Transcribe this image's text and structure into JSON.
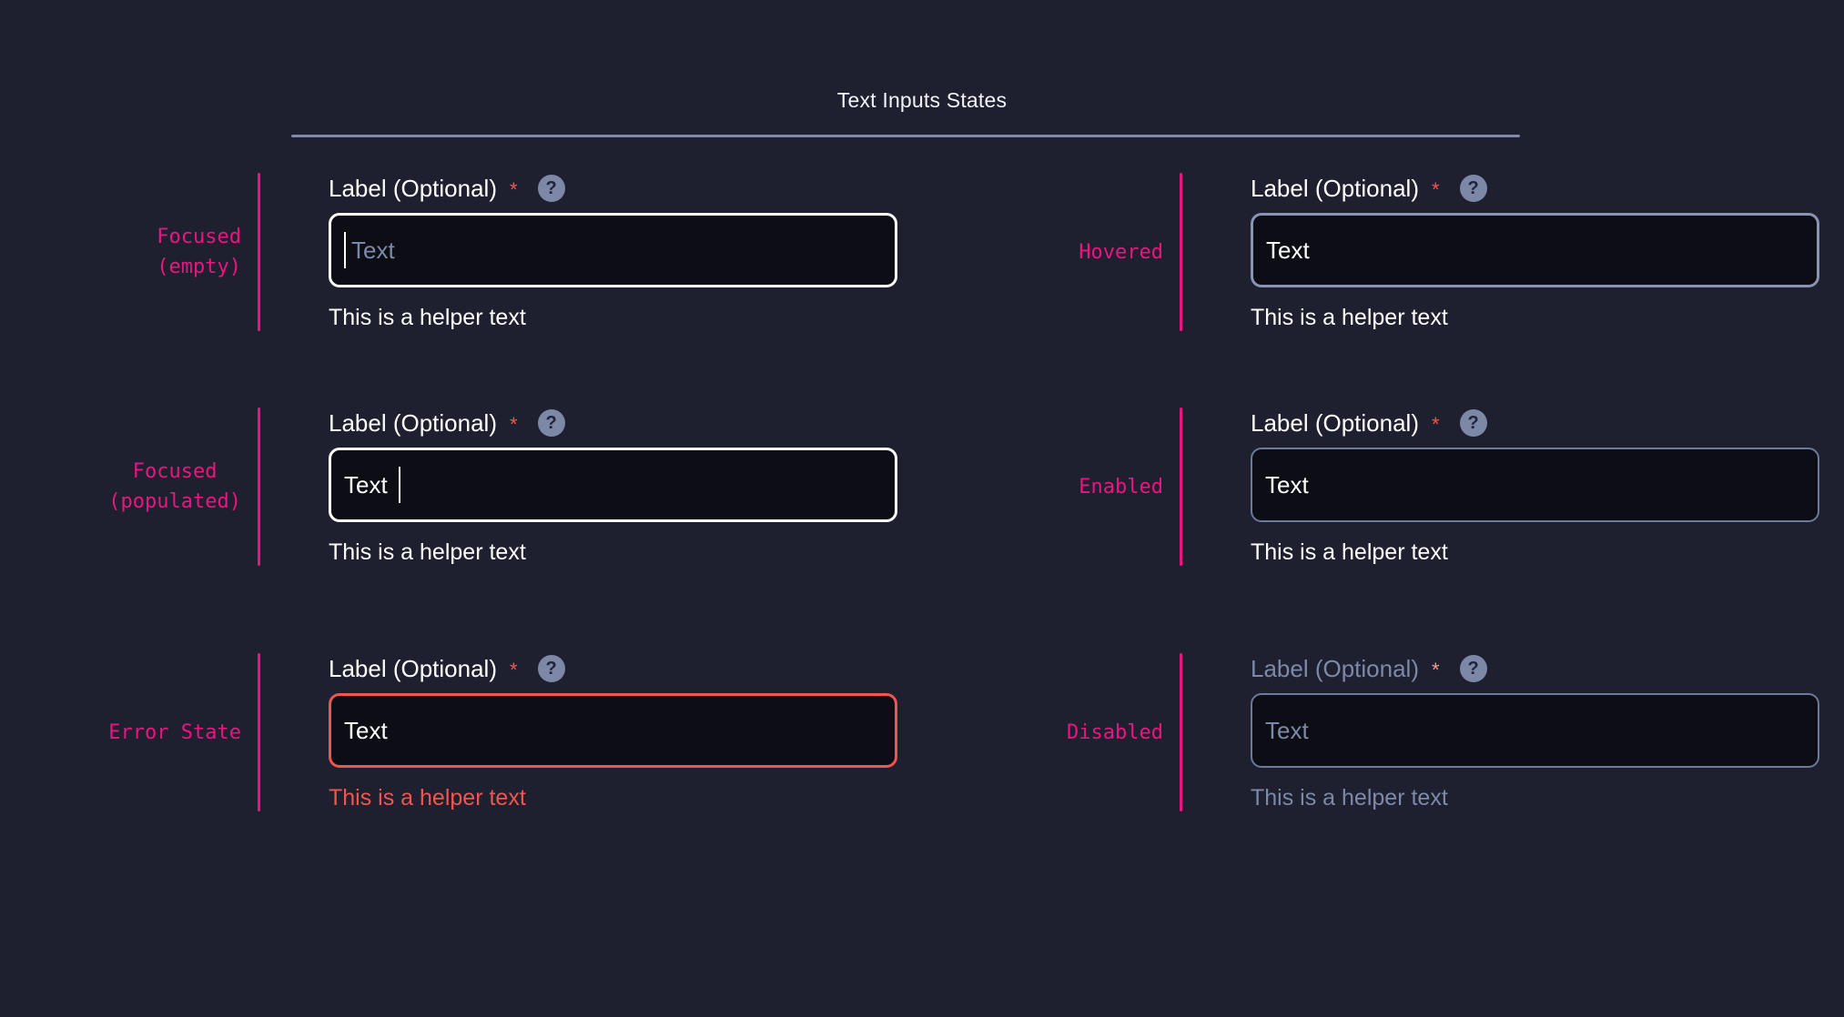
{
  "header": {
    "title": "Text Inputs States"
  },
  "common": {
    "label": "Label (Optional)",
    "required_marker": "*",
    "help_icon_glyph": "?",
    "helper_text": "This is a helper text",
    "placeholder": "Text",
    "value": "Text"
  },
  "colors": {
    "background": "#1e2030",
    "input_fill": "#0d0e15",
    "state_label": "#ec1480",
    "focus_border": "#ffffff",
    "hover_border": "#8794b2",
    "enabled_border": "#6d7a99",
    "error": "#f2554f",
    "disabled_text": "#7d89a8",
    "required_star": "#f2554f",
    "divider": "#7e8aa6",
    "help_icon_bg": "#7c88a6"
  },
  "fields": [
    {
      "state_label": "Focused\n(empty)",
      "label": "Label (Optional)",
      "required_marker": "*",
      "help_icon_glyph": "?",
      "value": "",
      "placeholder": "Text",
      "helper_text": "This is a helper text",
      "caret": "leading"
    },
    {
      "state_label": "Hovered",
      "label": "Label (Optional)",
      "required_marker": "*",
      "help_icon_glyph": "?",
      "value": "Text",
      "placeholder": "Text",
      "helper_text": "This is a helper text",
      "caret": "none"
    },
    {
      "state_label": "Focused\n(populated)",
      "label": "Label (Optional)",
      "required_marker": "*",
      "help_icon_glyph": "?",
      "value": "Text",
      "placeholder": "Text",
      "helper_text": "This is a helper text",
      "caret": "trailing"
    },
    {
      "state_label": "Enabled",
      "label": "Label (Optional)",
      "required_marker": "*",
      "help_icon_glyph": "?",
      "value": "Text",
      "placeholder": "Text",
      "helper_text": "This is a helper text",
      "caret": "none"
    },
    {
      "state_label": "Error State",
      "label": "Label (Optional)",
      "required_marker": "*",
      "help_icon_glyph": "?",
      "value": "Text",
      "placeholder": "Text",
      "helper_text": "This is a helper text",
      "caret": "none"
    },
    {
      "state_label": "Disabled",
      "label": "Label (Optional)",
      "required_marker": "*",
      "help_icon_glyph": "?",
      "value": "",
      "placeholder": "Text",
      "helper_text": "This is a helper text",
      "caret": "none"
    }
  ]
}
